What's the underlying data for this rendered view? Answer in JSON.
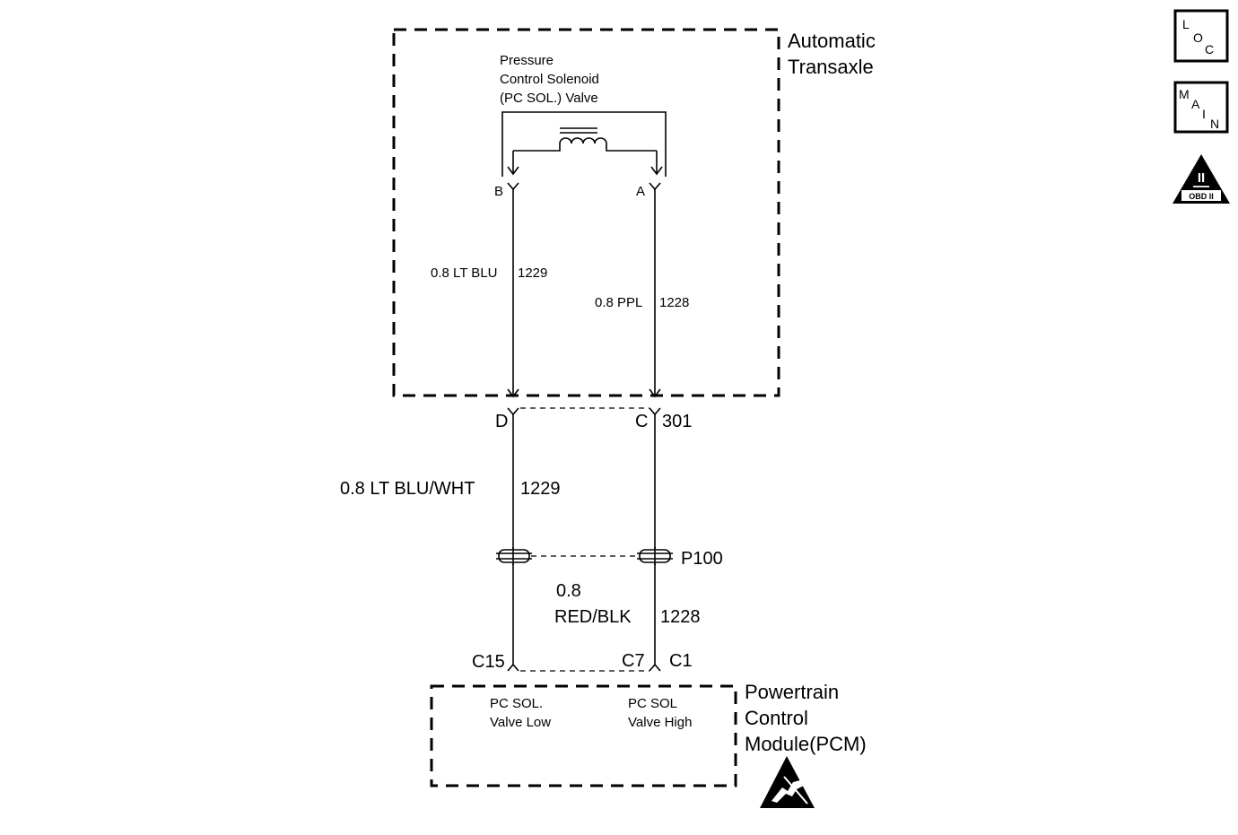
{
  "transaxle": {
    "label_line1": "Automatic",
    "label_line2": "Transaxle"
  },
  "solenoid": {
    "label_line1": "Pressure",
    "label_line2": "Control Solenoid",
    "label_line3": "(PC SOL.) Valve",
    "pin_b": "B",
    "pin_a": "A"
  },
  "wires": {
    "left_upper": "0.8 LT BLU",
    "left_upper_circuit": "1229",
    "right_upper": "0.8 PPL",
    "right_upper_circuit": "1228",
    "left_lower": "0.8 LT BLU/WHT",
    "left_lower_circuit": "1229",
    "right_lower_line1": "0.8",
    "right_lower_line2": "RED/BLK",
    "right_lower_circuit": "1228"
  },
  "connectors": {
    "c301_pin_d": "D",
    "c301_pin_c": "C",
    "c301_name": "301",
    "p100_name": "P100",
    "pcm_pin_c15": "C15",
    "pcm_pin_c7": "C7",
    "pcm_conn_c1": "C1"
  },
  "pcm": {
    "label_line1": "Powertrain",
    "label_line2": "Control",
    "label_line3": "Module(PCM)",
    "pin_low_line1": "PC SOL.",
    "pin_low_line2": "Valve Low",
    "pin_high_line1": "PC SOL",
    "pin_high_line2": "Valve High"
  },
  "icons": {
    "loc": {
      "l1": "L",
      "l2": "O",
      "l3": "C"
    },
    "main": {
      "l1": "M",
      "l2": "A",
      "l3": "I",
      "l4": "N"
    },
    "obd": {
      "roman": "II",
      "text": "OBD II"
    },
    "esd": "esd-warning-icon"
  }
}
